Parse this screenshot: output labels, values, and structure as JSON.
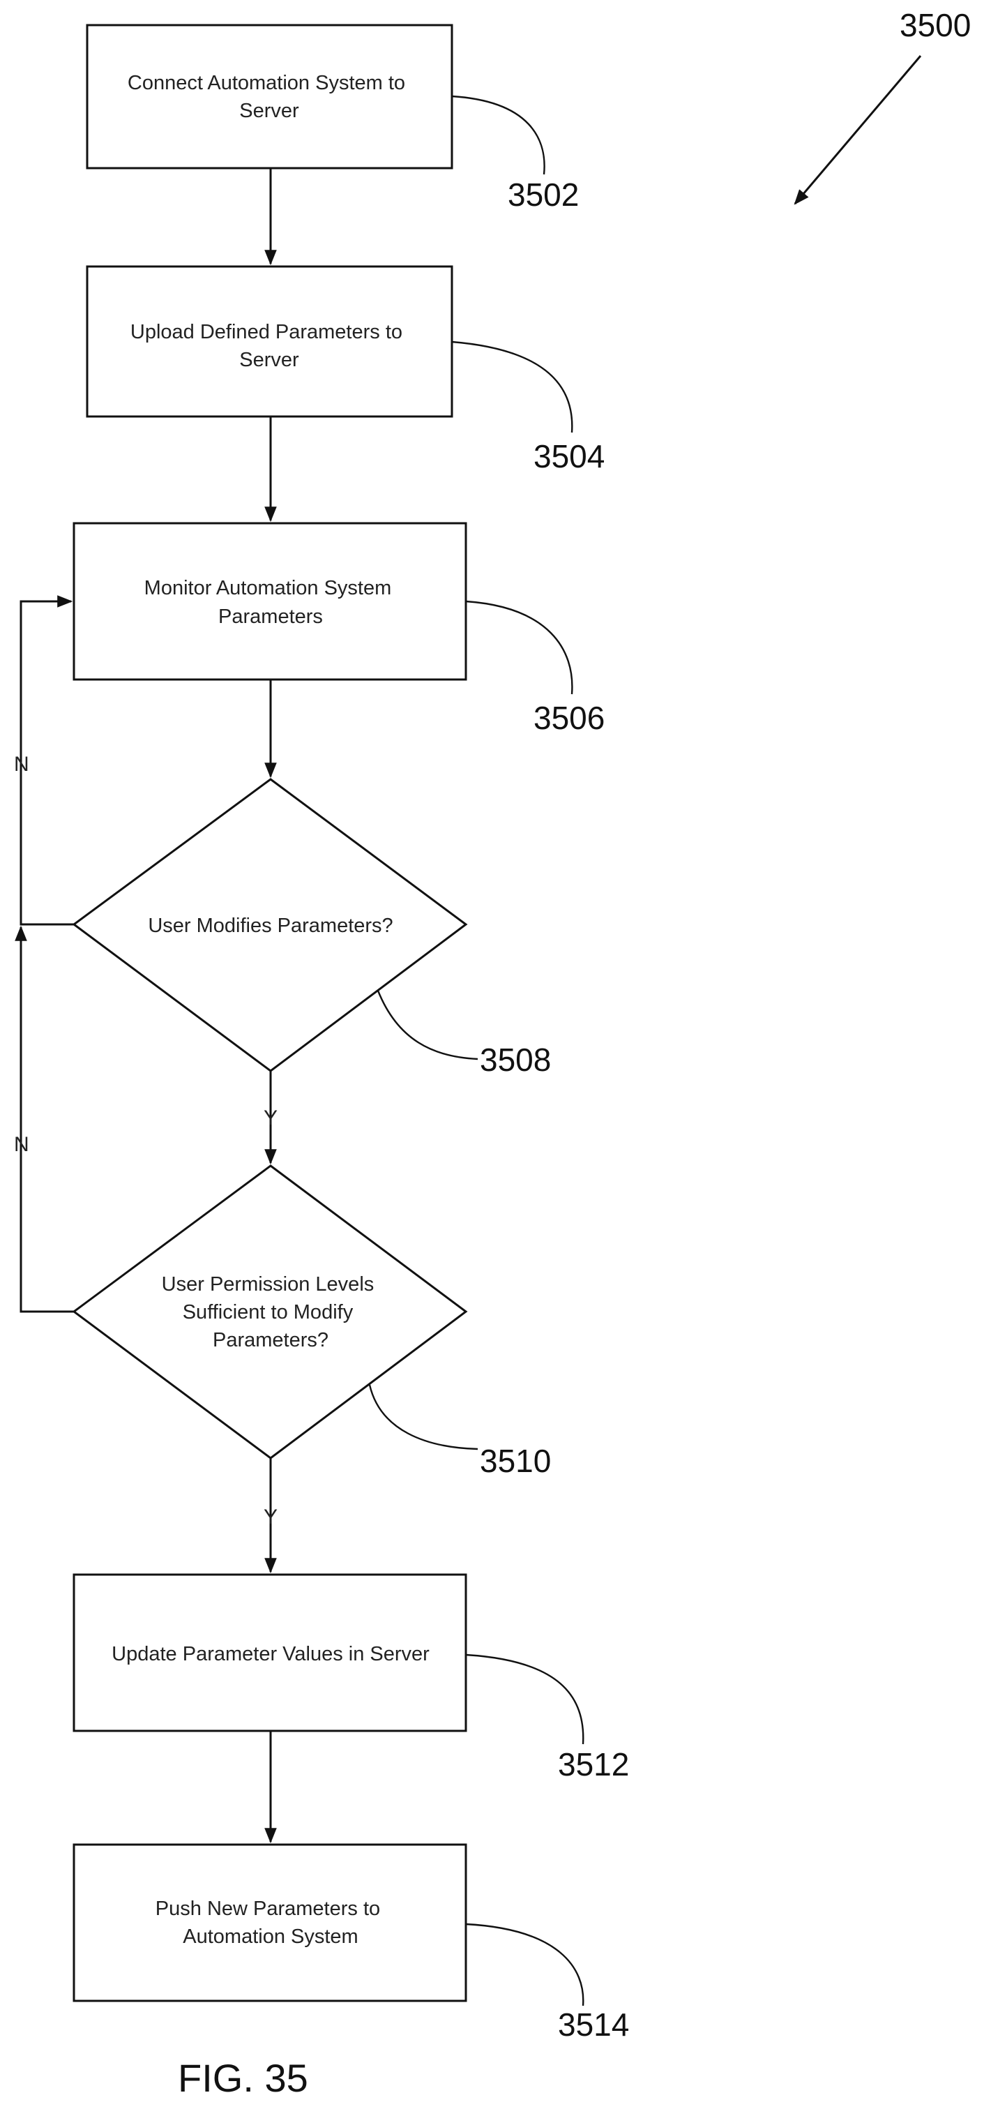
{
  "diagram": {
    "figure_ref": "3500",
    "figure_caption": "FIG. 35",
    "steps": [
      {
        "id": "3502",
        "lines": [
          "Connect Automation System to",
          "Server"
        ]
      },
      {
        "id": "3504",
        "lines": [
          "Upload Defined Parameters to",
          "Server"
        ]
      },
      {
        "id": "3506",
        "lines": [
          "Monitor Automation System",
          "Parameters"
        ]
      },
      {
        "id": "3508",
        "lines": [
          "User Modifies Parameters?"
        ]
      },
      {
        "id": "3510",
        "lines": [
          "User Permission Levels",
          "Sufficient to Modify",
          "Parameters?"
        ]
      },
      {
        "id": "3512",
        "lines": [
          "Update Parameter Values in Server"
        ]
      },
      {
        "id": "3514",
        "lines": [
          "Push New Parameters to",
          "Automation System"
        ]
      }
    ],
    "branch_labels": {
      "decision_1_no": "N",
      "decision_1_yes": "Y",
      "decision_2_no": "N",
      "decision_2_yes": "Y"
    }
  }
}
